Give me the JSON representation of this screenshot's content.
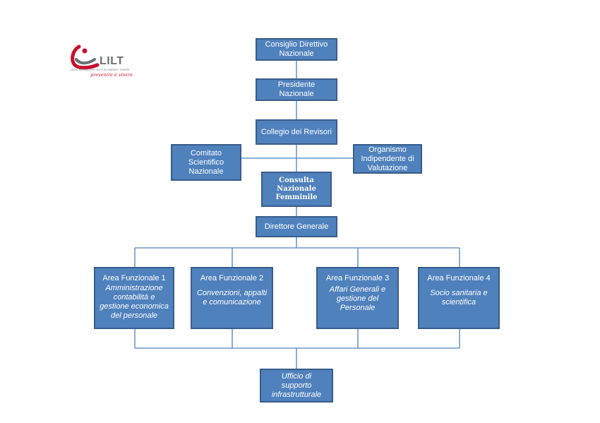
{
  "logo": {
    "name": "LILT",
    "subtitle": "LEGA ITALIANA PER LA LOTTA CONTRO I TUMORI",
    "slogan": "prevenire è vivere"
  },
  "colors": {
    "box_fill": "#4f81bd",
    "box_border": "#385d8a",
    "line": "#4f81bd",
    "logo_red": "#c8102e",
    "logo_gray": "#6d6e71"
  },
  "nodes": {
    "consiglio": {
      "title": "Consiglio Direttivo\nNazionale"
    },
    "presidente": {
      "title": "Presidente\nNazionale"
    },
    "collegio": {
      "title": "Collegio dei Revisori"
    },
    "comitato": {
      "title": "Comitato\nScientifico\nNazionale"
    },
    "organismo": {
      "title": "Organismo\nIndipendente di\nValutazione"
    },
    "consulta": {
      "title": "Consulta\nNazionale\nFemminile"
    },
    "direttore": {
      "title": "Direttore Generale"
    },
    "area1": {
      "title": "Area Funzionale  1",
      "subtitle": "Amministrazione\ncontabilità e\ngestione economica\ndel personale"
    },
    "area2": {
      "title": "Area Funzionale 2",
      "subtitle": "Convenzioni, appalti\ne comunicazione"
    },
    "area3": {
      "title": "Area Funzionale 3",
      "subtitle": "Affari Generali e\ngestione del\nPersonale"
    },
    "area4": {
      "title": "Area Funzionale 4",
      "subtitle": "Socio sanitaria e\nscientifica"
    },
    "ufficio": {
      "subtitle": "Ufficio di\nsupporto\ninfrastrutturale"
    }
  }
}
